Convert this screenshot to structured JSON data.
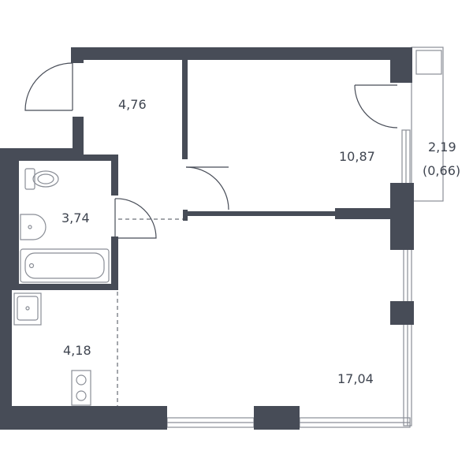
{
  "plan": {
    "wall_color": "#474c57",
    "fixture_color": "#8a8e96",
    "background": "#ffffff",
    "rooms": [
      {
        "id": "hallway",
        "area": "4,76"
      },
      {
        "id": "bedroom",
        "area": "10,87"
      },
      {
        "id": "balcony",
        "area": "2,19",
        "note": "(0,66)"
      },
      {
        "id": "bathroom",
        "area": "3,74"
      },
      {
        "id": "kitchen",
        "area": "4,18"
      },
      {
        "id": "living-room",
        "area": "17,04"
      }
    ]
  }
}
